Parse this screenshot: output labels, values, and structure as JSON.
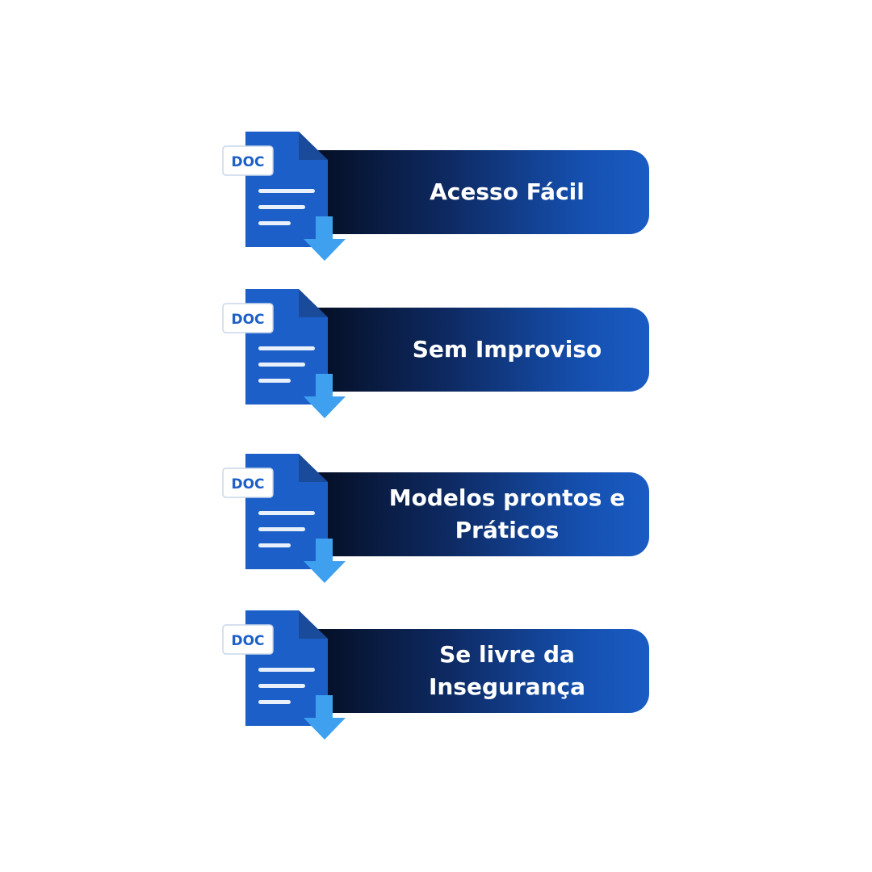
{
  "badge_label": "DOC",
  "items": [
    {
      "label": "Acesso Fácil"
    },
    {
      "label": "Sem Improviso"
    },
    {
      "label": "Modelos prontos e Práticos"
    },
    {
      "label": "Se livre da Insegurança"
    }
  ],
  "colors": {
    "doc_blue": "#1c5fc8",
    "doc_fold": "#1a4a9a",
    "arrow": "#3ea0ef",
    "banner_dark": "#050f25",
    "banner_light": "#1a5cc4",
    "text": "#ffffff"
  }
}
